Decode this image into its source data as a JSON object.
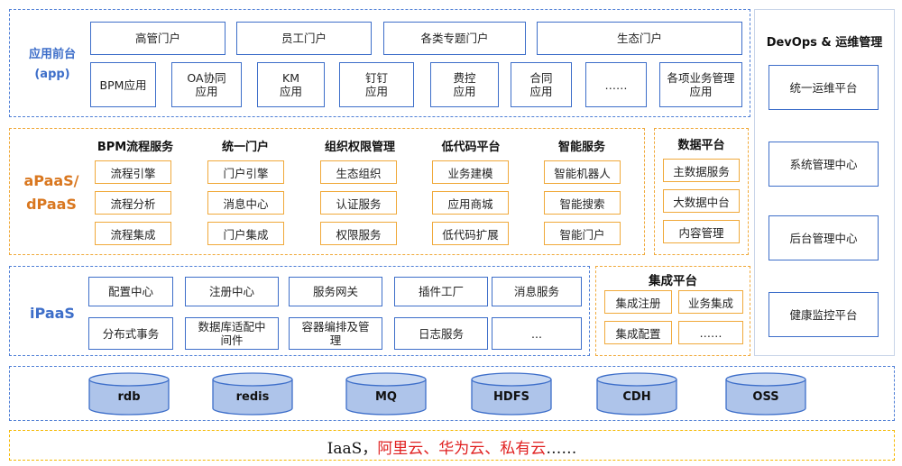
{
  "app_layer": {
    "label": "应用前台\n(app)",
    "portals": [
      "高管门户",
      "员工门户",
      "各类专题门户",
      "生态门户"
    ],
    "apps": [
      "BPM应用",
      "OA协同\n应用",
      "KM\n应用",
      "钉钉\n应用",
      "费控\n应用",
      "合同\n应用",
      "……",
      "各项业务管理\n应用"
    ]
  },
  "devops": {
    "title": "DevOps & 运维管理",
    "items": [
      "统一运维平台",
      "系统管理中心",
      "后台管理中心",
      "健康监控平台"
    ]
  },
  "paas": {
    "label": "aPaaS/\ndPaaS",
    "columns": [
      {
        "title": "BPM流程服务",
        "items": [
          "流程引擎",
          "流程分析",
          "流程集成"
        ]
      },
      {
        "title": "统一门户",
        "items": [
          "门户引擎",
          "消息中心",
          "门户集成"
        ]
      },
      {
        "title": "组织权限管理",
        "items": [
          "生态组织",
          "认证服务",
          "权限服务"
        ]
      },
      {
        "title": "低代码平台",
        "items": [
          "业务建模",
          "应用商城",
          "低代码扩展"
        ]
      },
      {
        "title": "智能服务",
        "items": [
          "智能机器人",
          "智能搜索",
          "智能门户"
        ]
      }
    ],
    "data_platform": {
      "title": "数据平台",
      "items": [
        "主数据服务",
        "大数据中台",
        "内容管理"
      ]
    }
  },
  "ipaas": {
    "label": "iPaaS",
    "row1": [
      "配置中心",
      "注册中心",
      "服务网关",
      "插件工厂",
      "消息服务"
    ],
    "row2": [
      "分布式事务",
      "数据库适配中\n间件",
      "容器编排及管\n理",
      "日志服务",
      "..."
    ],
    "integration": {
      "title": "集成平台",
      "items": [
        "集成注册",
        "业务集成",
        "集成配置",
        "……"
      ]
    }
  },
  "storage": [
    "rdb",
    "redis",
    "MQ",
    "HDFS",
    "CDH",
    "OSS"
  ],
  "iaas": {
    "prefix": "IaaS，",
    "highlight": "阿里云、华为云、私有云",
    "suffix": "……"
  },
  "colors": {
    "blue": "#3d6ec9",
    "orange": "#f0a93a",
    "red": "#e02020",
    "cylinder_fill": "#aec4ea"
  }
}
